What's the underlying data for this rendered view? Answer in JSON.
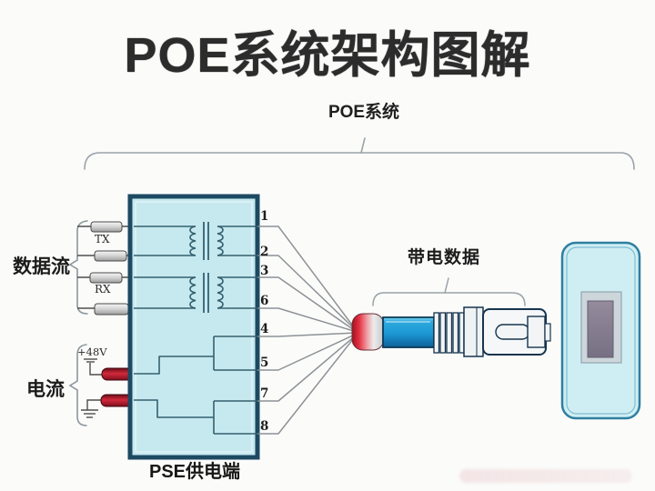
{
  "title": "POE系统架构图解",
  "system_label": "POE系统",
  "labels": {
    "data_flow": "数据流",
    "current": "电流",
    "tx": "TX",
    "rx": "RX",
    "voltage": "+48V",
    "live_data": "带电数据",
    "pse": "PSE供电端"
  },
  "pins": [
    "1",
    "2",
    "3",
    "6",
    "4",
    "5",
    "7",
    "8"
  ],
  "colors": {
    "pse_box_fill": "#c6e9ef",
    "pse_box_border": "#1d4a63",
    "cable_blue": "#1b96d4",
    "component_red": "#b11425",
    "plate_fill": "#cfeef3",
    "plate_border": "#2e7fa0",
    "wire_gray": "#8d9296",
    "wire_dark": "#4e4e4e",
    "wire_teal": "#34616f"
  }
}
